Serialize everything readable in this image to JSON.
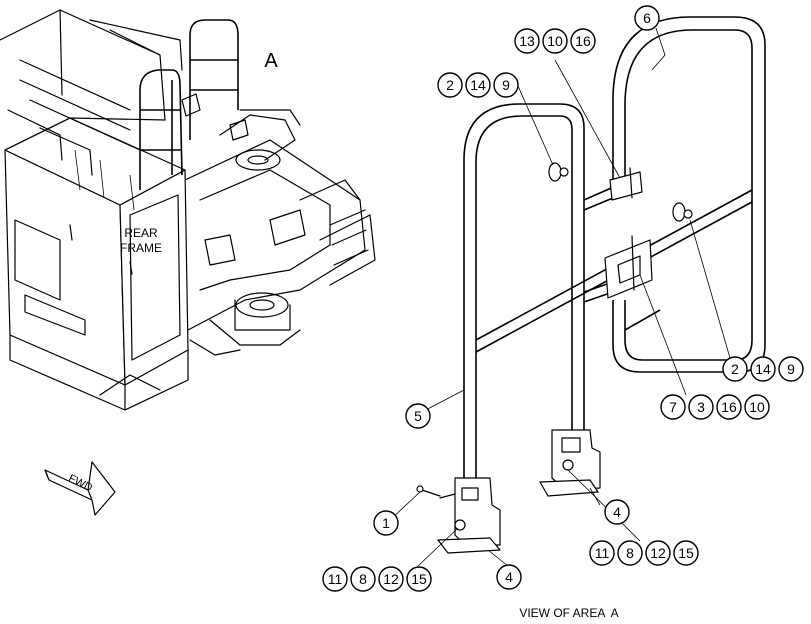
{
  "view_letter": "A",
  "rear_frame_label": [
    "REAR",
    "FRAME"
  ],
  "fwd_label": "FWD",
  "view_caption": "VIEW OF AREA  A",
  "callouts": [
    {
      "items": [
        "13",
        "10",
        "16"
      ]
    },
    {
      "items": [
        "6"
      ]
    },
    {
      "items": [
        "2",
        "14",
        "9"
      ]
    },
    {
      "items": [
        "2",
        "14",
        "9"
      ]
    },
    {
      "items": [
        "7",
        "3",
        "16",
        "10"
      ]
    },
    {
      "items": [
        "5"
      ]
    },
    {
      "items": [
        "4"
      ]
    },
    {
      "items": [
        "1"
      ]
    },
    {
      "items": [
        "11",
        "8",
        "12",
        "15"
      ]
    },
    {
      "items": [
        "4"
      ]
    },
    {
      "items": [
        "11",
        "8",
        "12",
        "15"
      ]
    }
  ]
}
